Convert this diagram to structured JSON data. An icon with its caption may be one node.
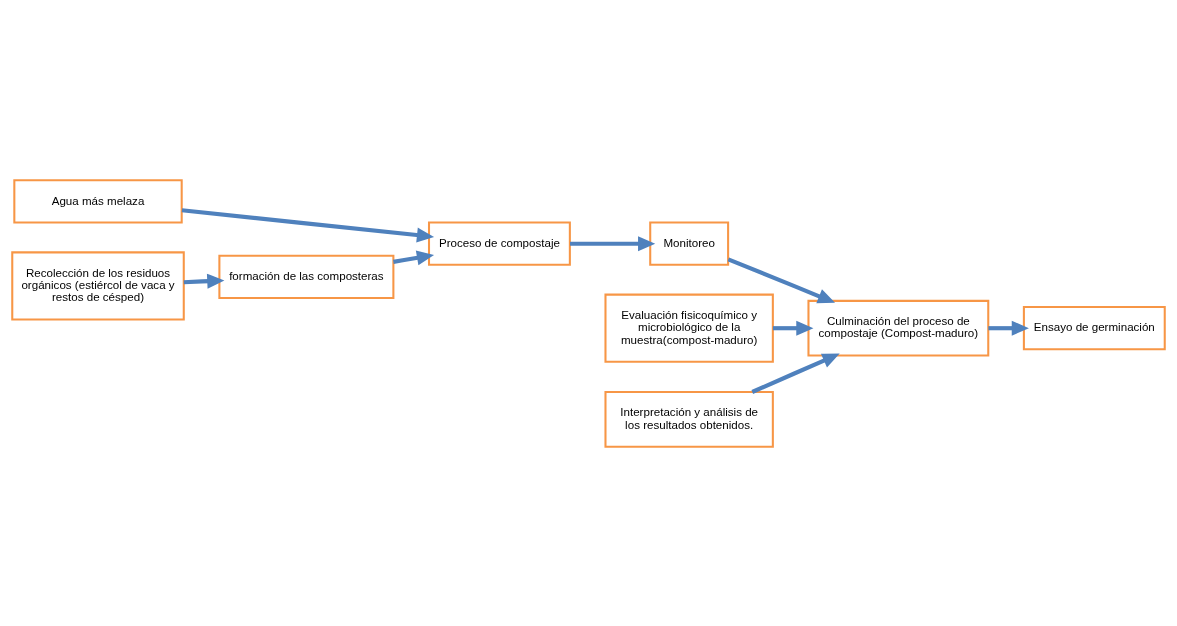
{
  "diagram": {
    "nodes": [
      {
        "text": [
          "Agua más melaza"
        ]
      },
      {
        "text": [
          "Proceso de compostaje"
        ]
      },
      {
        "text": [
          "Monitoreo"
        ]
      },
      {
        "text": [
          "Evaluación fisicoquímico y microbiológico de la muestra(compost-maduro)"
        ]
      },
      {
        "text": [
          "Culminación del proceso de compostaje (Compost-maduro)"
        ]
      },
      {
        "text": [
          "Ensayo de germinación"
        ]
      },
      {
        "text": [
          "formación de las composteras"
        ]
      },
      {
        "text": [
          "Interpretación y análisis de los resultados obtenidos."
        ]
      },
      {
        "text": [
          "Recolección de los residuos orgánicos (estiércol de vaca y restos de césped)"
        ]
      }
    ],
    "edges": [
      {
        "from": 0,
        "to": 1,
        "arrow": "to"
      },
      {
        "from": 6,
        "to": 1,
        "arrow": "to"
      },
      {
        "from": 1,
        "to": 2,
        "arrow": "to"
      },
      {
        "from": 2,
        "to": 4,
        "arrow": "to"
      },
      {
        "from": 3,
        "to": 4,
        "arrow": "to"
      },
      {
        "from": 4,
        "to": 5,
        "arrow": "to"
      },
      {
        "from": 7,
        "to": 4,
        "arrow": "to"
      },
      {
        "from": 8,
        "to": 6,
        "arrow": "to"
      }
    ]
  }
}
